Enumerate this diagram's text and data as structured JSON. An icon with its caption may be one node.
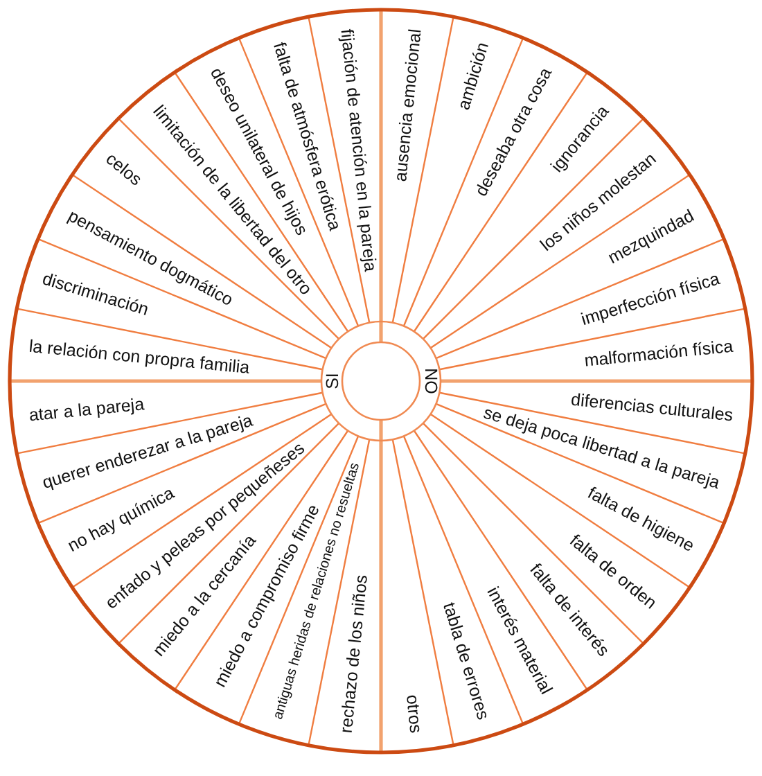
{
  "diagram": {
    "nodes": [
      {
        "text": [
          "SI"
        ]
      },
      {
        "text": [
          "NO"
        ]
      },
      {
        "text": [
          "ausencia emocional"
        ]
      },
      {
        "text": [
          "ambición"
        ]
      },
      {
        "text": [
          "deseaba otra cosa"
        ]
      },
      {
        "text": [
          "ignorancia"
        ]
      },
      {
        "text": [
          "los niños molestan"
        ]
      },
      {
        "text": [
          "mezquindad"
        ]
      },
      {
        "text": [
          "imperfección física"
        ]
      },
      {
        "text": [
          "malformación física"
        ]
      },
      {
        "text": [
          "diferencias culturales"
        ]
      },
      {
        "text": [
          "se deja poca libertad a la pareja"
        ]
      },
      {
        "text": [
          "falta de higiene"
        ]
      },
      {
        "text": [
          "falta de orden"
        ]
      },
      {
        "text": [
          "falta de interés"
        ]
      },
      {
        "text": [
          "interés material"
        ]
      },
      {
        "text": [
          "tabla de errores"
        ]
      },
      {
        "text": [
          "otros"
        ]
      },
      {
        "text": [
          "rechazo de los niños"
        ]
      },
      {
        "text": [
          "antiguas heridas de relaciones no resueltas"
        ]
      },
      {
        "text": [
          "miedo a compromiso firme"
        ]
      },
      {
        "text": [
          "miedo a la cercanía"
        ]
      },
      {
        "text": [
          "enfado y peleas por pequeñeses"
        ]
      },
      {
        "text": [
          "no hay química"
        ]
      },
      {
        "text": [
          "querer enderezar a la pareja"
        ]
      },
      {
        "text": [
          "atar a la pareja"
        ]
      },
      {
        "text": [
          "la relación con propra familia"
        ]
      },
      {
        "text": [
          "discriminación"
        ]
      },
      {
        "text": [
          "pensamiento dogmático"
        ]
      },
      {
        "text": [
          "celos"
        ]
      },
      {
        "text": [
          "limitación de la libertad del otro"
        ]
      },
      {
        "text": [
          "deseo unilateral de hijos"
        ]
      },
      {
        "text": [
          "falta de atmósfera erótica"
        ]
      },
      {
        "text": [
          "fijación de atención en la pareja"
        ]
      }
    ]
  }
}
